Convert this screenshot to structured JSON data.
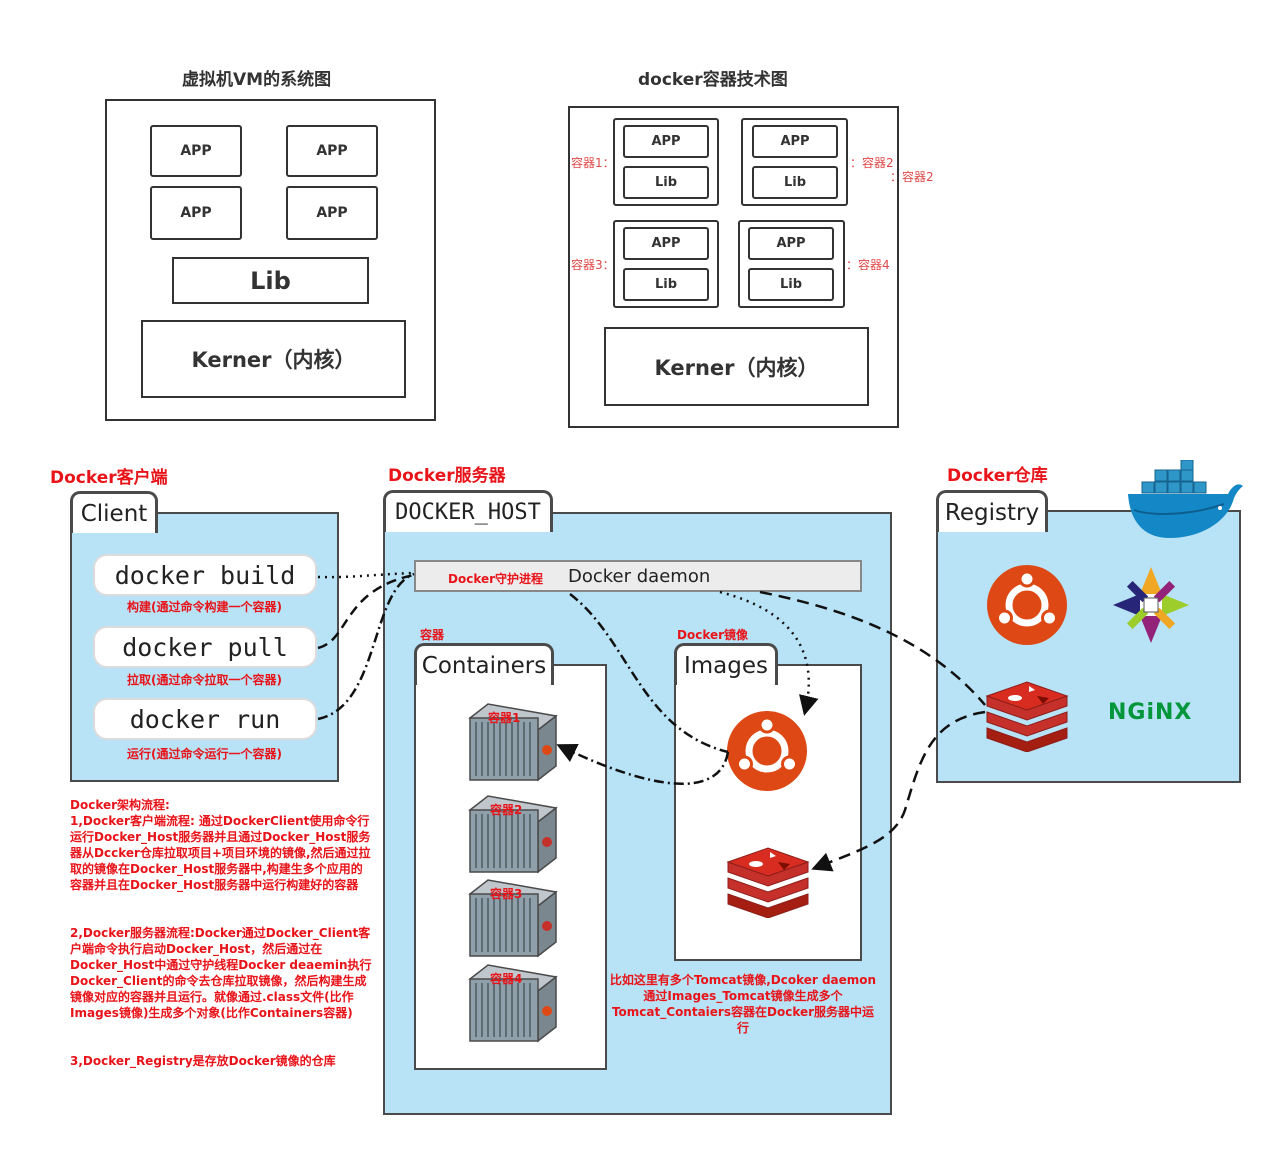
{
  "vm": {
    "title": "虚拟机VM的系统图",
    "apps": [
      "APP",
      "APP",
      "APP",
      "APP"
    ],
    "lib": "Lib",
    "kernel": "Kerner（内核）"
  },
  "docker_tech": {
    "title": "docker容器技术图",
    "containers": [
      {
        "app": "APP",
        "lib": "Lib",
        "label": "容器1："
      },
      {
        "app": "APP",
        "lib": "Lib",
        "label": "：容器2"
      },
      {
        "app": "APP",
        "lib": "Lib",
        "label": "容器3："
      },
      {
        "app": "APP",
        "lib": "Lib",
        "label": "：容器4"
      }
    ],
    "extra_label": "：容器2",
    "kernel": "Kerner（内核）"
  },
  "client": {
    "section_title": "Docker客户端",
    "tab": "Client",
    "commands": [
      {
        "cmd": "docker build",
        "desc": "构建(通过命令构建一个容器)"
      },
      {
        "cmd": "docker pull",
        "desc": "拉取(通过命令拉取一个容器)"
      },
      {
        "cmd": "docker run",
        "desc": "运行(通过命令运行一个容器)"
      }
    ]
  },
  "host": {
    "section_title": "Docker服务器",
    "tab": "DOCKER_HOST",
    "daemon_label": "Docker守护进程",
    "daemon": "Docker daemon",
    "containers_label": "容器",
    "containers_tab": "Containers",
    "container_names": [
      "容器1",
      "容器2",
      "容器3",
      "容器4"
    ],
    "images_label": "Docker镜像",
    "images_tab": "Images",
    "images_note": "比如这里有多个Tomcat镜像,Dcoker daemon通过Images_Tomcat镜像生成多个Tomcat_Contaiers容器在Docker服务器中运行"
  },
  "registry": {
    "section_title": "Docker仓库",
    "tab": "Registry",
    "nginx": "NGiNX"
  },
  "flow": {
    "title": "Docker架构流程:",
    "p1": "1,Docker客户端流程: 通过DockerClient使用命令行运行Docker_Host服务器并且通过Docker_Host服务器从Dccker仓库拉取项目+项目环境的镜像,然后通过拉取的镜像在Docker_Host服务器中,构建生多个应用的容器并且在Docker_Host服务器中运行构建好的容器",
    "p2": "2,Docker服务器流程:Docker通过Docker_Client客户端命令执行启动Docker_Host，然后通过在Docker_Host中通过守护线程Docker deaemin执行Docker_Client的命令去仓库拉取镜像，然后构建生成镜像对应的容器并且运行。就像通过.class文件(比作Images镜像)生成多个对象(比作Containers容器)",
    "p3": "3,Docker_Registry是存放Docker镜像的仓库"
  },
  "colors": {
    "panel": "#b8e2f5",
    "red": "#e8141a",
    "ubuntu": "#dd4814",
    "redis": "#c6302b",
    "nginx": "#009639"
  }
}
